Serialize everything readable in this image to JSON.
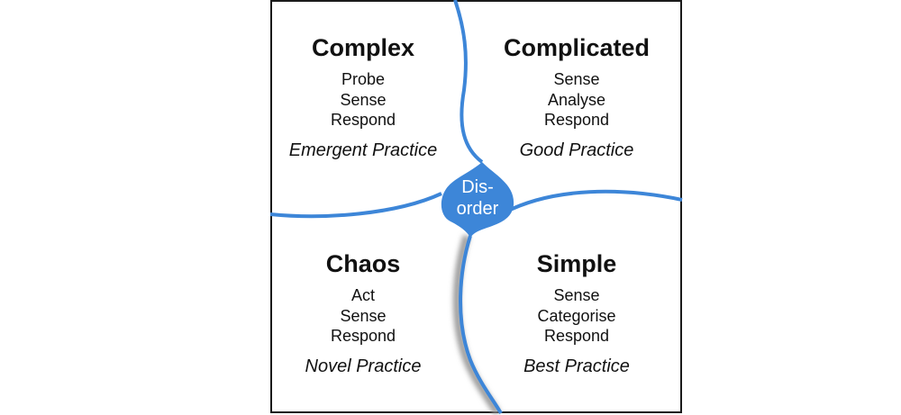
{
  "domains": {
    "complex": {
      "title": "Complex",
      "steps": [
        "Probe",
        "Sense",
        "Respond"
      ],
      "practice": "Emergent Practice"
    },
    "complicated": {
      "title": "Complicated",
      "steps": [
        "Sense",
        "Analyse",
        "Respond"
      ],
      "practice": "Good Practice"
    },
    "chaos": {
      "title": "Chaos",
      "steps": [
        "Act",
        "Sense",
        "Respond"
      ],
      "practice": "Novel Practice"
    },
    "simple": {
      "title": "Simple",
      "steps": [
        "Sense",
        "Categorise",
        "Respond"
      ],
      "practice": "Best Practice"
    }
  },
  "center": {
    "line1": "Dis-",
    "line2": "order"
  },
  "colors": {
    "boundary": "#3d86d8",
    "text": "#111111",
    "frame": "#1a1a1a",
    "shadow": "#9a9a9a"
  }
}
